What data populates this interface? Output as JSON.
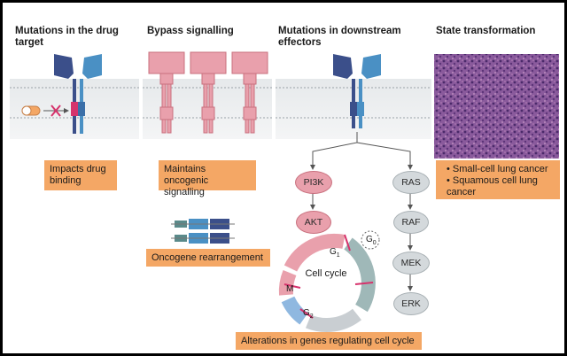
{
  "headers": {
    "drug_target": "Mutations in the drug target",
    "bypass": "Bypass signalling",
    "downstream": "Mutations in downstream effectors",
    "state": "State transformation"
  },
  "boxes": {
    "drug_binding": "Impacts drug binding",
    "oncogenic": "Maintains oncogenic signalling",
    "rearrangement": "Oncogene rearrangement",
    "cell_cycle_genes": "Alterations in genes regulating cell cycle"
  },
  "state_list": [
    "Small-cell lung cancer",
    "Squamous cell lung cancer"
  ],
  "nodes": {
    "pi3k": "PI3K",
    "akt": "AKT",
    "ras": "RAS",
    "raf": "RAF",
    "mek": "MEK",
    "erk": "ERK"
  },
  "cycle": {
    "center": "Cell cycle",
    "g1": "G",
    "g1_sub": "1",
    "g0": "G",
    "g0_sub": "0",
    "m": "M",
    "g2": "G",
    "g2_sub": "2"
  },
  "colors": {
    "orange": "#f4a765",
    "pink": "#e9a0ac",
    "navy": "#3b4f8a",
    "blue": "#4a90c4",
    "membrane": "#c9ced2",
    "histology": "#7a4a8c"
  },
  "icons": [
    "drug-capsule-icon",
    "blocked-arrow-icon",
    "histology-image"
  ]
}
